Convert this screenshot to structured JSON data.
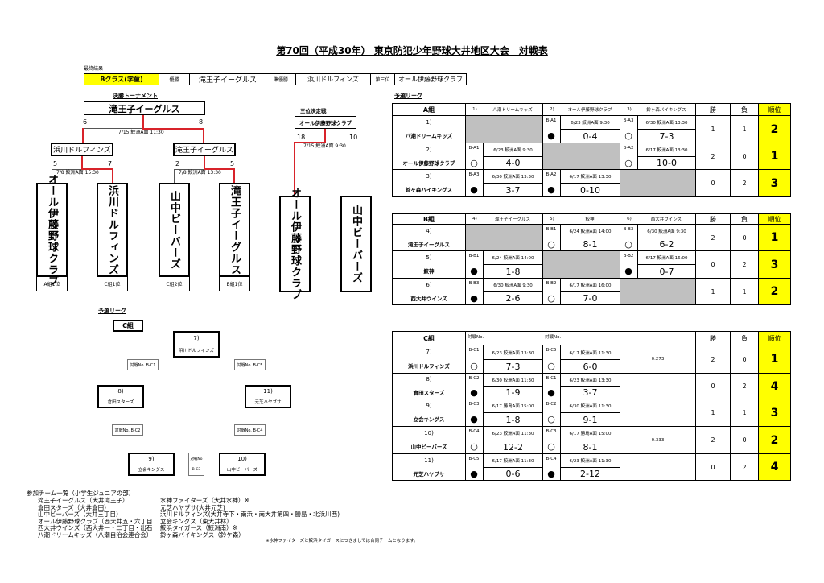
{
  "title": "第70回（平成30年） 東京防犯少年野球大井地区大会　対戦表",
  "final_result": {
    "label": "最終結果",
    "class": "Bクラス(学童)",
    "winner_label": "優勝",
    "winner": "滝王子イーグルス",
    "runner_up_label": "準優勝",
    "runner_up": "浜川ドルフィンズ",
    "third_label": "第三位",
    "third": "オール伊藤野球クラブ"
  },
  "tournament": {
    "label": "決勝トーナメント",
    "champion": "滝王子イーグルス",
    "final": {
      "date": "7/15 鮫洲A面 11:30",
      "left_score": "6",
      "right_score": "8"
    },
    "semis": [
      {
        "winner": "浜川ドルフィンズ",
        "date": "7/8 鮫洲A面 15:30",
        "scores": [
          "5",
          "7"
        ],
        "teams": [
          {
            "name": "オール伊藤野球クラブ",
            "seed": "A組1位"
          },
          {
            "name": "浜川ドルフィンズ",
            "seed": "C組1位"
          }
        ]
      },
      {
        "winner": "滝王子イーグルス",
        "date": "7/8 鮫洲A面 13:30",
        "scores": [
          "2",
          "5"
        ],
        "teams": [
          {
            "name": "山中ビーバーズ",
            "seed": "C組2位"
          },
          {
            "name": "滝王子イーグルス",
            "seed": "B組1位"
          }
        ]
      }
    ]
  },
  "third_place": {
    "label": "三位決定戦",
    "winner": "オール伊藤野球クラブ",
    "date": "7/15 鮫洲A面 9:30",
    "scores": [
      "18",
      "10"
    ],
    "teams": [
      "オール伊藤野球クラブ",
      "山中ビーバーズ"
    ]
  },
  "league": {
    "label": "予選リーグ",
    "col_win": "勝",
    "col_loss": "負",
    "col_rank": "順位",
    "groups": [
      {
        "name": "A組",
        "header": [
          {
            "no": "1)",
            "name": "八潮ドリームキッズ"
          },
          {
            "no": "2)",
            "name": "オール伊藤野球クラブ"
          },
          {
            "no": "3)",
            "name": "鈴ヶ森バイキングス"
          }
        ],
        "rows": [
          {
            "no": "1)",
            "team": "八潮ドリームキッズ",
            "cells": [
              null,
              {
                "match": "B-A1",
                "date": "6/23  鮫洲A面  9:30",
                "mark": "●",
                "score": "0-4"
              },
              {
                "match": "B-A3",
                "date": "6/30  鮫洲A面  13:30",
                "mark": "○",
                "score": "7-3"
              }
            ],
            "win": "1",
            "loss": "1",
            "rank": "2"
          },
          {
            "no": "2)",
            "team": "オール伊藤野球クラブ",
            "cells": [
              {
                "match": "B-A1",
                "date": "6/23  鮫洲A面  9:30",
                "mark": "○",
                "score": "4-0"
              },
              null,
              {
                "match": "B-A2",
                "date": "6/17  鮫洲A面  13:30",
                "mark": "○",
                "score": "10-0"
              }
            ],
            "win": "2",
            "loss": "0",
            "rank": "1"
          },
          {
            "no": "3)",
            "team": "鈴ヶ森バイキングス",
            "cells": [
              {
                "match": "B-A3",
                "date": "6/30  鮫洲A面  13:30",
                "mark": "●",
                "score": "3-7"
              },
              {
                "match": "B-A2",
                "date": "6/17  鮫洲A面  13:30",
                "mark": "●",
                "score": "0-10"
              },
              null
            ],
            "win": "0",
            "loss": "2",
            "rank": "3"
          }
        ]
      },
      {
        "name": "B組",
        "header": [
          {
            "no": "4)",
            "name": "滝王子イーグルス"
          },
          {
            "no": "5)",
            "name": "鮫神"
          },
          {
            "no": "6)",
            "name": "西大井ウインズ"
          }
        ],
        "rows": [
          {
            "no": "4)",
            "team": "滝王子イーグルス",
            "cells": [
              null,
              {
                "match": "B-B1",
                "date": "6/24  鮫洲A面  14:00",
                "mark": "○",
                "score": "8-1"
              },
              {
                "match": "B-B3",
                "date": "6/30  鮫洲A面  9:30",
                "mark": "○",
                "score": "6-2"
              }
            ],
            "win": "2",
            "loss": "0",
            "rank": "1"
          },
          {
            "no": "5)",
            "team": "鮫神",
            "cells": [
              {
                "match": "B-B1",
                "date": "6/24  鮫洲A面  14:00",
                "mark": "●",
                "score": "1-8"
              },
              null,
              {
                "match": "B-B2",
                "date": "6/17  鮫洲A面  16:00",
                "mark": "●",
                "score": "0-7"
              }
            ],
            "win": "0",
            "loss": "2",
            "rank": "3"
          },
          {
            "no": "6)",
            "team": "西大井ウインズ",
            "cells": [
              {
                "match": "B-B3",
                "date": "6/30  鮫洲A面  9:30",
                "mark": "●",
                "score": "2-6"
              },
              {
                "match": "B-B2",
                "date": "6/17  鮫洲A面  16:00",
                "mark": "○",
                "score": "7-0"
              },
              null
            ],
            "win": "1",
            "loss": "1",
            "rank": "2"
          }
        ]
      },
      {
        "name": "C組",
        "header": [
          {
            "no": "対戦No."
          },
          {
            "no": "対戦No."
          }
        ],
        "rows": [
          {
            "no": "7)",
            "team": "浜川ドルフィンズ",
            "cells": [
              {
                "match": "B-C1",
                "date": "6/23  鮫洲A面  13:30",
                "mark": "○",
                "score": "7-3"
              },
              {
                "match": "B-C5",
                "date": "6/17  鮫洲A面  11:30",
                "mark": "○",
                "score": "6-0"
              }
            ],
            "note": "0.273",
            "win": "2",
            "loss": "0",
            "rank": "1"
          },
          {
            "no": "8)",
            "team": "倉田スターズ",
            "cells": [
              {
                "match": "B-C2",
                "date": "6/30  鮫洲A面  11:30",
                "mark": "●",
                "score": "1-9"
              },
              {
                "match": "B-C1",
                "date": "6/23  鮫洲A面  13:30",
                "mark": "●",
                "score": "3-7"
              }
            ],
            "note": "",
            "win": "0",
            "loss": "2",
            "rank": "4"
          },
          {
            "no": "9)",
            "team": "立会キングス",
            "cells": [
              {
                "match": "B-C3",
                "date": "6/17  勝島A面  15:00",
                "mark": "●",
                "score": "1-8"
              },
              {
                "match": "B-C2",
                "date": "6/30  鮫洲A面  11:30",
                "mark": "○",
                "score": "9-1"
              }
            ],
            "note": "",
            "win": "1",
            "loss": "1",
            "rank": "3"
          },
          {
            "no": "10)",
            "team": "山中ビーバーズ",
            "cells": [
              {
                "match": "B-C4",
                "date": "6/23  鮫洲A面  11:30",
                "mark": "○",
                "score": "12-2"
              },
              {
                "match": "B-C3",
                "date": "6/17  勝島A面  15:00",
                "mark": "○",
                "score": "8-1"
              }
            ],
            "note": "0.333",
            "win": "2",
            "loss": "0",
            "rank": "2"
          },
          {
            "no": "11)",
            "team": "元芝ハヤブサ",
            "cells": [
              {
                "match": "B-C5",
                "date": "6/17  鮫洲A面  11:30",
                "mark": "●",
                "score": "0-6"
              },
              {
                "match": "B-C4",
                "date": "6/23  鮫洲A面  11:30",
                "mark": "●",
                "score": "2-12"
              }
            ],
            "note": "",
            "win": "0",
            "loss": "2",
            "rank": "4"
          }
        ]
      }
    ]
  },
  "c_diagram": {
    "label": "予選リーグ",
    "group": "C組",
    "teams": [
      {
        "no": "7)",
        "name": "浜川ドルフィンズ"
      },
      {
        "no": "8)",
        "name": "倉田スターズ"
      },
      {
        "no": "11)",
        "name": "元芝ハヤブサ"
      },
      {
        "no": "9)",
        "name": "立会キングス"
      },
      {
        "no": "10)",
        "name": "山中ビーバーズ"
      }
    ],
    "matches": [
      "対戦No. B-C1",
      "対戦No. B-C5",
      "対戦No. B-C2",
      "対戦No. B-C4"
    ],
    "center_match": {
      "label": "対戦No",
      "no": "B-C3"
    }
  },
  "participants": {
    "heading": "参加チーム一覧（小学生ジュニアの部）",
    "left": [
      "滝王子イーグルス（大井滝王子）",
      "倉田スターズ（大井倉田）",
      "山中ビーバーズ（大井三丁目）",
      "オール伊藤野球クラブ（西大井五・六丁目",
      "西大井ウインズ（西大井一・二丁目・出石",
      "八潮ドリームキッズ（八潮自治会連合会）"
    ],
    "right": [
      "水神ファイターズ（大井水神）※",
      "元芝ハヤブサ(大井元芝)",
      "浜川ドルフィンズ(大井寺下・南浜・南大井第四・勝島・北浜川西)",
      "立会キングス（東大井林）",
      "鮫浜タイガース（鮫洲南）※",
      "鈴ヶ森バイキングス（鈴ケ森）"
    ],
    "note": "※水神ファイターズと鮫浜タイガースにつきましては合同チームとなります。"
  },
  "colors": {
    "highlight": "#ffff00",
    "winner_line": "#d8232a",
    "empty_cell": "#c0c0c0"
  }
}
